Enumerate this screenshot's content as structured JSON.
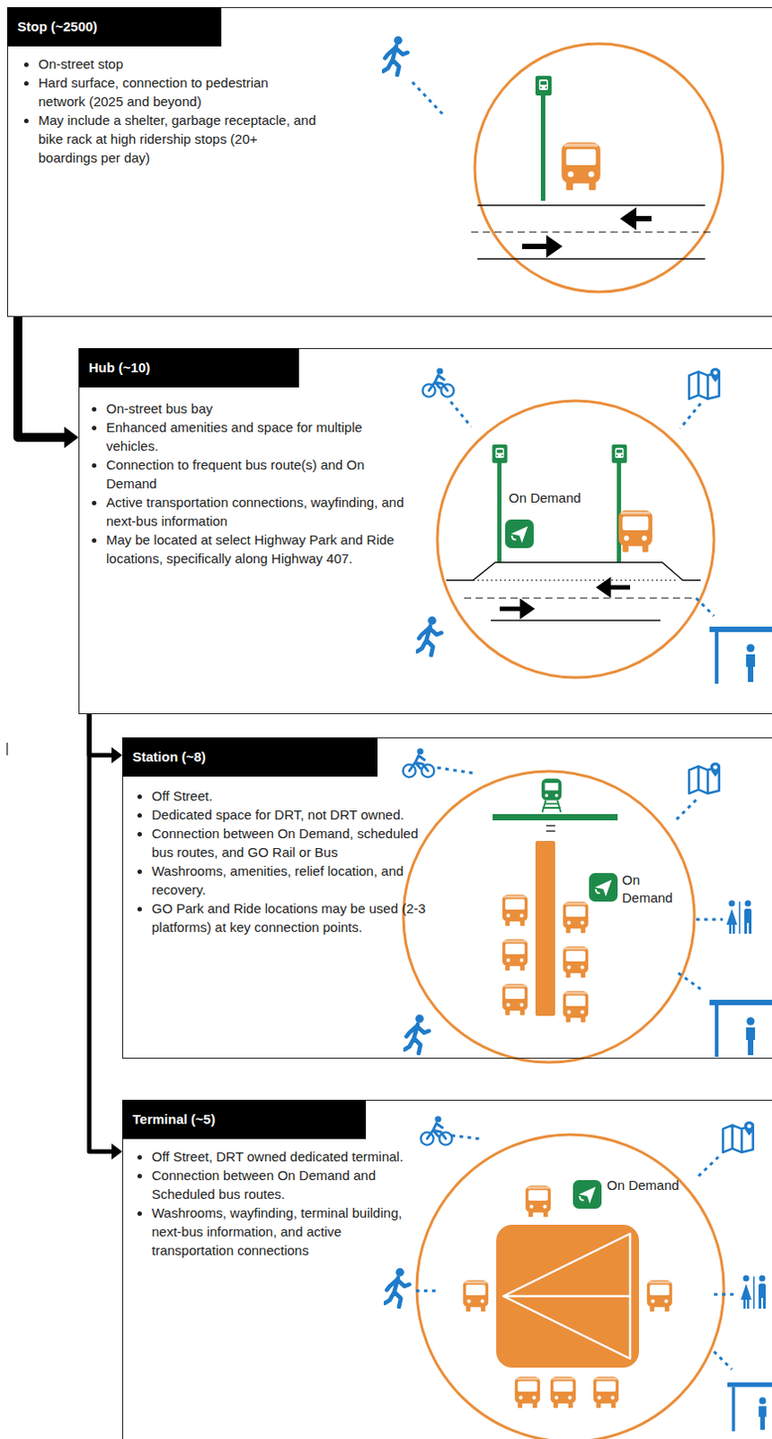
{
  "diagram": {
    "nodes": [
      {
        "text": [
          "Stop (~2500)",
          "On-street stop",
          "Hard surface, connection to pedestrian network (2025 and beyond)",
          "May include a shelter, garbage receptacle, and bike rack at high ridership stops (20+ boardings per day)"
        ]
      },
      {
        "text": [
          "Hub (~10)",
          "On-street bus bay",
          "Enhanced amenities and space for multiple vehicles.",
          "Connection to frequent bus route(s) and On Demand",
          "Active transportation connections, wayfinding, and next-bus information",
          "May be located at select Highway Park and Ride locations, specifically along Highway 407."
        ]
      },
      {
        "text": [
          "Station (~8)",
          "Off Street.",
          "Dedicated space for DRT, not DRT owned.",
          "Connection between On Demand, scheduled bus routes, and GO Rail or Bus",
          "Washrooms, amenities, relief location, and recovery.",
          "GO Park and Ride locations may be used (2-3 platforms) at key connection points."
        ]
      },
      {
        "text": [
          "Terminal (~5)",
          "Off Street, DRT owned dedicated terminal.",
          "Connection between On Demand and Scheduled bus routes.",
          "Washrooms, wayfinding, terminal building, next-bus information, and active transportation connections"
        ]
      }
    ],
    "edges": [
      {
        "from": 0,
        "to": 1,
        "arrow": "to"
      },
      {
        "from": 1,
        "to": 2,
        "arrow": "to"
      },
      {
        "from": 1,
        "to": 3,
        "arrow": "to"
      }
    ],
    "labels": [
      "On Demand",
      "On Demand",
      "On Demand",
      "|"
    ]
  }
}
